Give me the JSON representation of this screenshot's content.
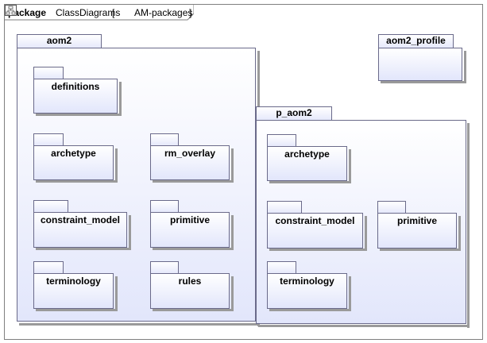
{
  "frame": {
    "keyword": "package",
    "name": "ClassDiagrams",
    "open_bracket": "[",
    "diagram_icon": "class-diagram-icon",
    "diagram_name": "AM-packages",
    "close_bracket": "]"
  },
  "packages": {
    "aom2": "aom2",
    "aom2_profile": "aom2_profile",
    "p_aom2": "p_aom2",
    "aom2_children": {
      "definitions": "definitions",
      "archetype": "archetype",
      "rm_overlay": "rm_overlay",
      "constraint_model": "constraint_model",
      "primitive": "primitive",
      "terminology": "terminology",
      "rules": "rules"
    },
    "p_aom2_children": {
      "archetype": "archetype",
      "constraint_model": "constraint_model",
      "primitive": "primitive",
      "terminology": "terminology"
    }
  },
  "colors": {
    "fill_top": "#ffffff",
    "fill_bottom": "#e2e6fb",
    "border": "#6a6a8a"
  }
}
